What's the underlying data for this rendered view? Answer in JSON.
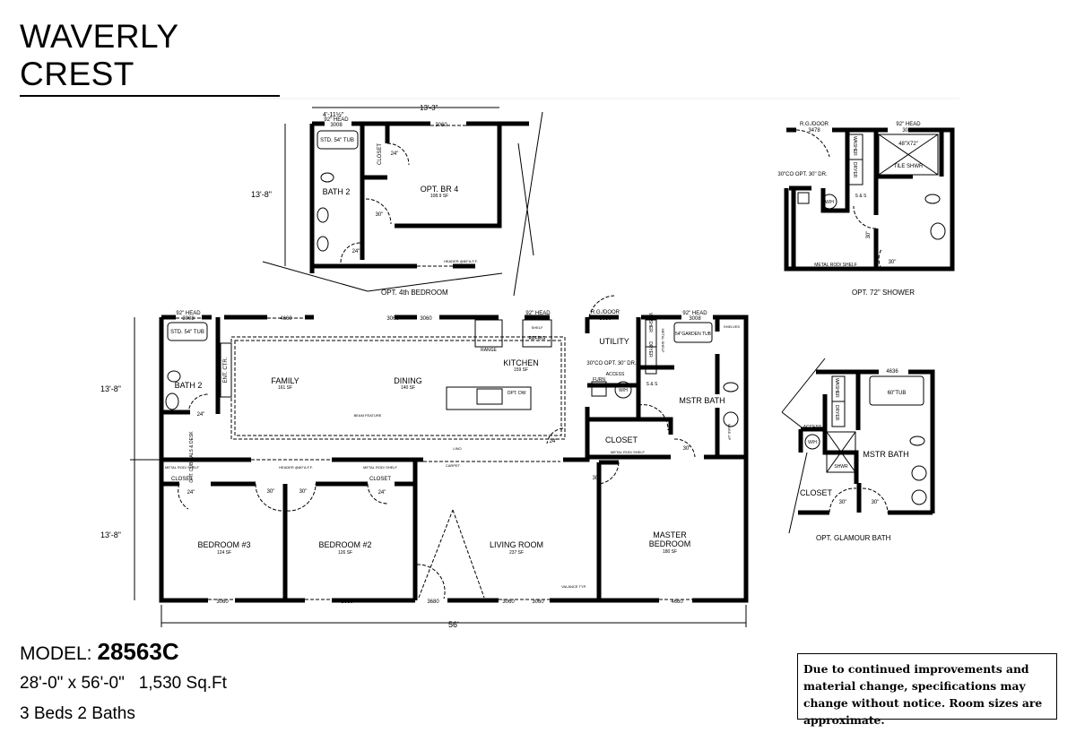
{
  "title": "WAVERLY CREST",
  "model": {
    "label": "MODEL:",
    "number": "28563C",
    "dimensions": "28'-0\" x 56'-0\"   1,530 Sq.Ft",
    "beds_baths": "3 Beds 2 Baths"
  },
  "disclaimer": "Due to continued improvements and material change, specifications may change without notice. Room sizes are approximate.",
  "main_plan": {
    "dim_top_half": "13'-8\"",
    "dim_bottom_half": "13'-8\"",
    "dim_length": "56'",
    "rooms": {
      "family": {
        "name": "FAMILY",
        "sf": "161 SF"
      },
      "dining": {
        "name": "DINING",
        "sf": "140 SF"
      },
      "kitchen": {
        "name": "KITCHEN",
        "sf": "159 SF"
      },
      "bath2": {
        "name": "BATH 2"
      },
      "utility": {
        "name": "UTILITY"
      },
      "mstr_bath": {
        "name": "MSTR BATH"
      },
      "closet_master": {
        "name": "CLOSET"
      },
      "bedroom3": {
        "name": "BEDROOM #3",
        "sf": "124 SF"
      },
      "bedroom2": {
        "name": "BEDROOM #2",
        "sf": "126 SF"
      },
      "living": {
        "name": "LIVING ROOM",
        "sf": "237 SF"
      },
      "master": {
        "name": "MASTER",
        "name2": "BEDROOM",
        "sf": "180 SF"
      },
      "closet_br3": {
        "name": "CLOSET"
      },
      "closet_br2": {
        "name": "CLOSET"
      }
    },
    "labels": {
      "head1": "92\" HEAD",
      "head1_code": "3008",
      "win_family": "4660",
      "win_dining_a": "3060",
      "win_dining_b": "3060",
      "head2": "92\" HEAD",
      "head2_code": "3008",
      "rg_door": "R.G./DOOR",
      "rg_door_code": "3680",
      "head3": "92\" HEAD",
      "head3_code": "3008",
      "tub": "STD. 54\" TUB",
      "ent_ctr": "ENT. CTR.",
      "cubicals": "OPT. CUBICALS & DESK",
      "range": "RANGE",
      "shelf": "SHELF",
      "refrig": "REFRIG",
      "opt_dw": "OPT. DW",
      "beam": "BEAM FEATURE",
      "lino": "LINO",
      "carpet": "CARPET",
      "washer": "WASHER",
      "dryer": "DRYER",
      "metal_shelf": "METAL SHELF",
      "opt_dr": "30\"CO OPT. 30\" DR.",
      "access": "ACCESS",
      "furn": "FURN",
      "wh": "W/H",
      "ss": "S & S",
      "garden_tub": "54\"GARDEN TUB",
      "shelves": "SHELVES",
      "make_up": "MAKE-UP",
      "metal_rod": "METAL ROD/ SHELF",
      "header": "HEADER @80\"A.F.F.",
      "d24": "24\"",
      "d30": "30\"",
      "win_br3": "3060",
      "win_br2": "3060",
      "door_front": "3680",
      "win_lr_a": "3060",
      "win_lr_b": "3060",
      "win_master": "4660",
      "valance": "VALANCE TYP."
    }
  },
  "opt_4th_bedroom": {
    "caption": "OPT. 4th BEDROOM",
    "dim_a": "4'-11½\"",
    "dim_b": "13'-3\"",
    "dim_side": "13'-8\"",
    "head": "92\" HEAD",
    "head_code": "3008",
    "window": "3060",
    "tub": "STD. 54\" TUB",
    "bath": "BATH 2",
    "closet": "CLOSET",
    "room": "OPT. BR 4",
    "sf": "108.9 SF",
    "d24": "24\"",
    "d30": "30\"",
    "d24b": "24\"",
    "header": "HEADER @80\"A.F.F."
  },
  "opt_72_shower": {
    "caption": "OPT. 72\" SHOWER",
    "rg_door": "R.G./DOOR",
    "rg_code": "3478",
    "head": "92\" HEAD",
    "head_code": "3008",
    "shower_size": "48\"X72\"",
    "shower": "TILE SHWR",
    "washer": "WASHER",
    "dryer": "DRYER",
    "opt_dr": "30\"CO OPT. 30\" DR.",
    "wh": "W/H",
    "ss": "S & S",
    "d30a": "30\"",
    "d30b": "30\"",
    "metal_rod": "METAL ROD/ SHELF"
  },
  "opt_glamour_bath": {
    "caption": "OPT. GLAMOUR BATH",
    "window": "4636",
    "tub": "60\"TUB",
    "washer": "WASHER",
    "dryer": "DRYER",
    "access": "ACCESS",
    "wh": "W/H",
    "shower": "SHWR",
    "bath": "MSTR BATH",
    "closet": "CLOSET",
    "d30a": "30\"",
    "d30b": "30\""
  }
}
